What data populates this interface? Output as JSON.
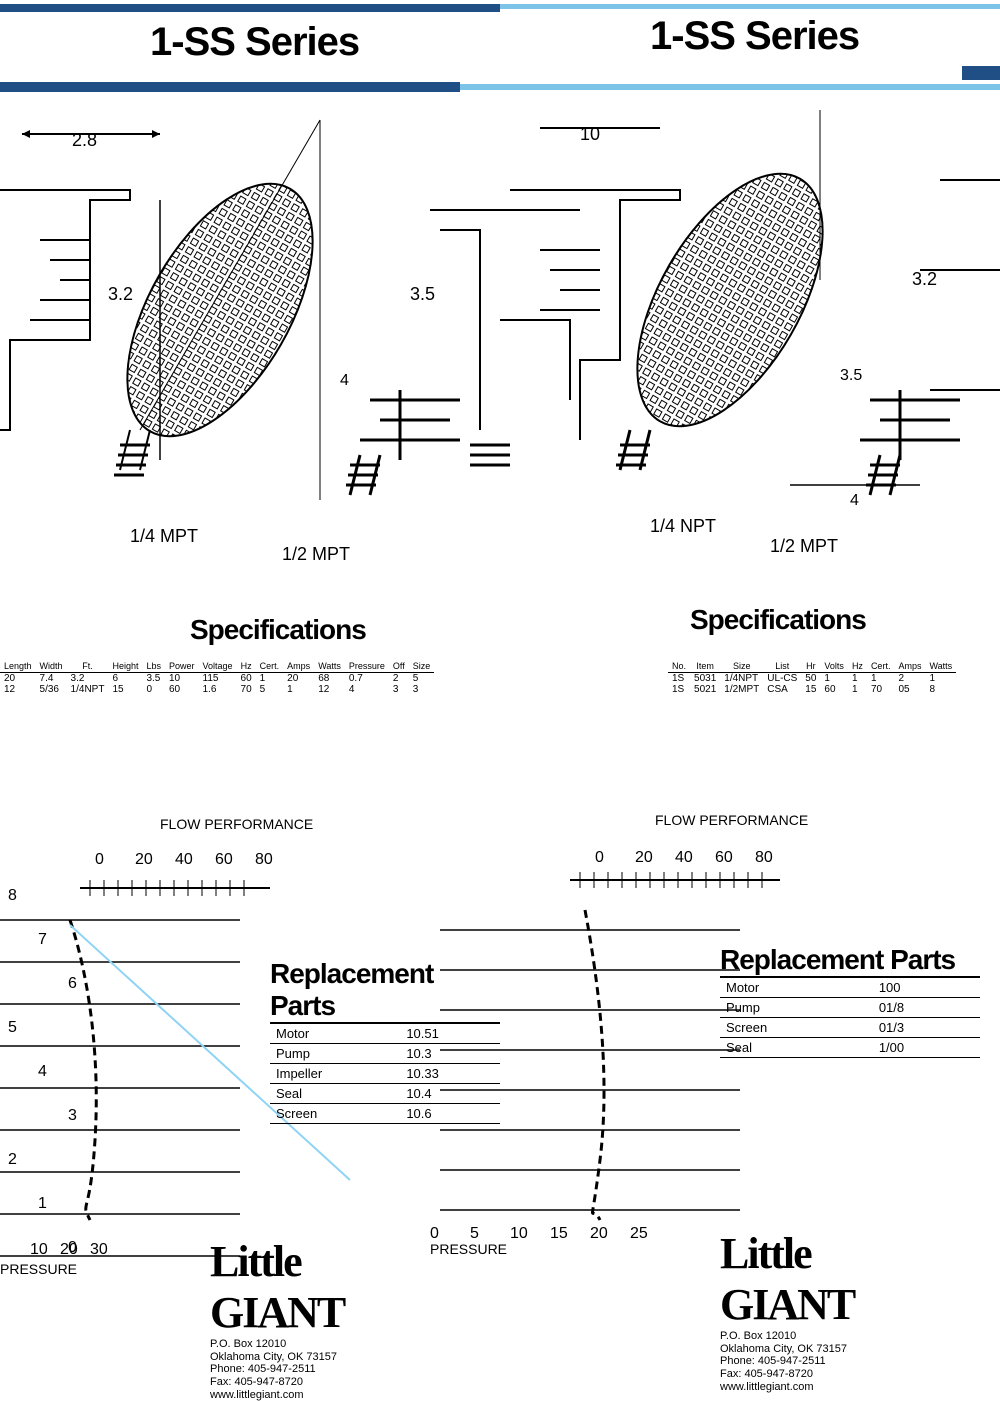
{
  "header": {
    "left_title": "1-SS Series",
    "right_title": "1-SS Series"
  },
  "drawings": {
    "left": {
      "dim_top": "2.8",
      "dim_side": "3.2",
      "dim_front": "3.5",
      "dim_low": "4",
      "port_left": "1/4 MPT",
      "port_right": "1/2 MPT"
    },
    "right": {
      "dim_top": "10",
      "dim_side": "3.2",
      "dim_front": "3.5",
      "dim_low": "4",
      "port_left": "1/4 NPT",
      "port_right": "1/2 MPT"
    }
  },
  "specs_left": {
    "title": "Specifications",
    "headers": [
      "Length",
      "Width",
      "Ft.",
      "Height",
      "Lbs",
      "Power",
      "Voltage",
      "Hz",
      "Cert.",
      "Amps",
      "Watts",
      "Pressure",
      "Off",
      "Size"
    ],
    "rows": [
      [
        "20",
        "7.4",
        "3.2",
        "6",
        "3.5",
        "10",
        "115",
        "60",
        "1",
        "20",
        "68",
        "0.7",
        "2",
        "5"
      ],
      [
        "12",
        "5/36",
        "1/4NPT",
        "15",
        "0",
        "60",
        "1.6",
        "70",
        "5",
        "1",
        "12",
        "4",
        "3",
        "3"
      ]
    ]
  },
  "specs_right": {
    "title": "Specifications",
    "headers": [
      "No.",
      "Item",
      "Size",
      "List",
      "Hr",
      "Volts",
      "Hz",
      "Cert.",
      "Amps",
      "Watts"
    ],
    "rows": [
      [
        "1S",
        "5031",
        "1/4NPT",
        "UL-CS",
        "50",
        "1",
        "1",
        "1",
        "2",
        "1"
      ],
      [
        "1S",
        "5021",
        "1/2MPT",
        "CSA",
        "15",
        "60",
        "1",
        "70",
        "05",
        "8"
      ]
    ]
  },
  "performance_left": {
    "chart_title": "FLOW PERFORMANCE",
    "x_ticks": [
      "0",
      "20",
      "40",
      "60",
      "80"
    ],
    "y_ticks": [
      "8",
      "7",
      "6",
      "5",
      "4",
      "3",
      "2",
      "1",
      "0"
    ],
    "bottom_ticks": [
      "10",
      "20",
      "30"
    ],
    "bottom_label": "PRESSURE"
  },
  "performance_right": {
    "chart_title": "FLOW PERFORMANCE",
    "x_ticks": [
      "0",
      "20",
      "40",
      "60",
      "80"
    ],
    "bottom_ticks": [
      "0",
      "5",
      "10",
      "15",
      "20",
      "25"
    ],
    "bottom_label": "PRESSURE"
  },
  "overlay_left": {
    "title": "Replacement Parts",
    "rows": [
      {
        "label": "Motor",
        "value": "10.51"
      },
      {
        "label": "Pump",
        "value": "10.3"
      },
      {
        "label": "Impeller",
        "value": "10.33"
      },
      {
        "label": "Seal",
        "value": "10.4"
      },
      {
        "label": "Screen",
        "value": "10.6"
      }
    ]
  },
  "overlay_right": {
    "title": "Replacement Parts",
    "rows": [
      {
        "label": "Motor",
        "value": "100"
      },
      {
        "label": "Pump",
        "value": "01/8"
      },
      {
        "label": "Screen",
        "value": "01/3"
      },
      {
        "label": "Seal",
        "value": "1/00"
      }
    ]
  },
  "footer_left": {
    "brand": "Little GIANT",
    "lines": [
      "P.O. Box 12010",
      "Oklahoma City, OK 73157",
      "Phone: 405-947-2511",
      "Fax: 405-947-8720",
      "www.littlegiant.com"
    ]
  },
  "footer_right": {
    "brand": "Little GIANT",
    "lines": [
      "P.O. Box 12010",
      "Oklahoma City, OK 73157",
      "Phone: 405-947-2511",
      "Fax: 405-947-8720",
      "www.littlegiant.com"
    ]
  },
  "colors": {
    "bar_dark": "#1f4f85",
    "bar_light": "#7cc3e8"
  }
}
